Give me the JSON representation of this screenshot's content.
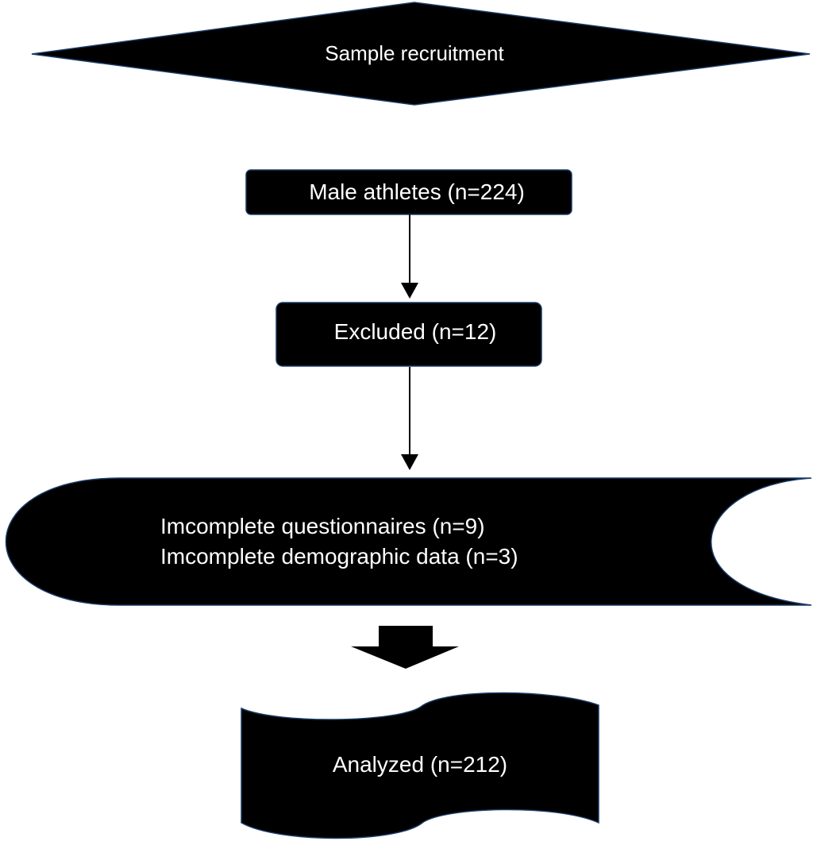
{
  "diagram": {
    "type": "flowchart",
    "nodes": {
      "recruitment": {
        "label": "Sample recruitment",
        "shape": "diamond"
      },
      "male_athletes": {
        "label": "Male athletes (n=224)",
        "shape": "rounded-rectangle"
      },
      "excluded": {
        "label": "Excluded (n=12)",
        "shape": "rounded-rectangle"
      },
      "exclusion_reasons": {
        "shape": "stored-data",
        "lines": [
          "Imcomplete questionnaires (n=9)",
          "Imcomplete demographic data (n=3)"
        ]
      },
      "analyzed": {
        "label": "Analyzed (n=212)",
        "shape": "wave-banner"
      }
    },
    "edges": [
      {
        "from": "male_athletes",
        "to": "excluded",
        "style": "line-arrow"
      },
      {
        "from": "excluded",
        "to": "exclusion_reasons",
        "style": "line-arrow"
      },
      {
        "from": "exclusion_reasons",
        "to": "analyzed",
        "style": "block-arrow"
      }
    ],
    "colors": {
      "shape_fill": "#000000",
      "text": "#ffffff",
      "outline": "#1a3a66",
      "background": "#ffffff"
    }
  }
}
